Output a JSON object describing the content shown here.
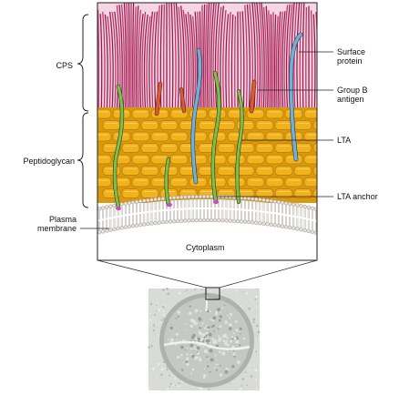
{
  "diagram": {
    "left_labels": {
      "cps": "CPS",
      "peptidoglycan": "Peptidoglycan",
      "plasma_membrane": [
        "Plasma",
        "membrane"
      ]
    },
    "right_labels": {
      "surface_protein": [
        "Surface",
        "protein"
      ],
      "group_b_antigen": [
        "Group B",
        "antigen"
      ],
      "lta": "LTA",
      "lta_anchor": "LTA anchor"
    },
    "center_label": "Cytoplasm"
  },
  "colors": {
    "capsule": "#c8336b",
    "capsule_dark": "#8e1f4d",
    "peptidoglycan": "#f2b21c",
    "peptidoglycan_dark": "#b47a08",
    "lta": "#7bc142",
    "surface_protein": "#6fb0dd",
    "group_b_antigen": "#e8552a",
    "lta_anchor": "#c94fc0",
    "membrane": "#e8e3dc"
  }
}
